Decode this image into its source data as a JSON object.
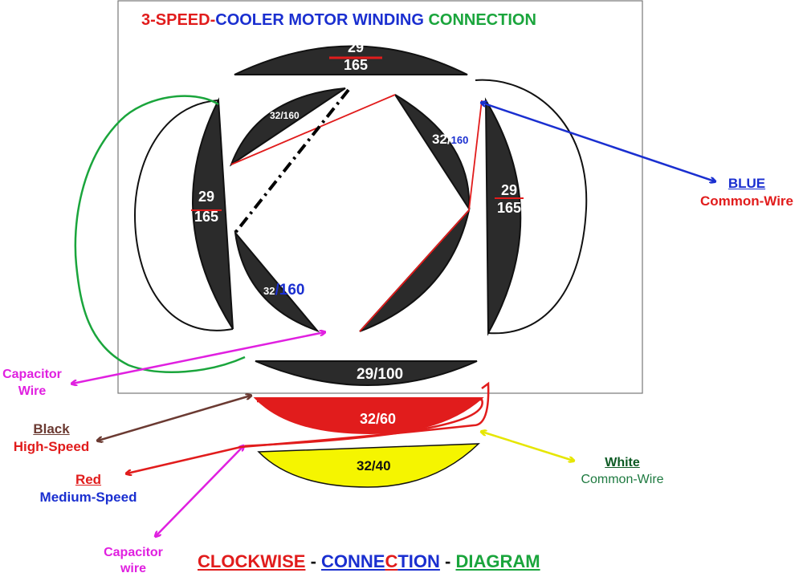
{
  "title": {
    "part1": "3-SPEED-",
    "part2": "COOLER MOTOR WINDING ",
    "part3": "CONNECTION"
  },
  "footer": {
    "part1": "CLOCKWISE",
    "sep1": " - ",
    "part2": "CONNE",
    "part3": "C",
    "part4": "TION",
    "sep2": " - ",
    "part5": "DIAGRAM"
  },
  "coils": {
    "top": {
      "top": "29",
      "bottom": "165"
    },
    "left": {
      "top": "29",
      "bottom": "165"
    },
    "right": {
      "top": "29",
      "bottom": "165"
    },
    "bottom": "29/100",
    "inner_top_left": "32/160",
    "inner_top_right": {
      "a": "32/",
      "b": "160"
    },
    "inner_bottom_left": {
      "a": "32",
      "b": "/160"
    },
    "capacitor_red": "32/60",
    "capacitor_yellow": "32/40"
  },
  "labels": {
    "blue": {
      "name": "BLUE",
      "desc": "Common-Wire"
    },
    "capacitor_wire_left": {
      "line1": "Capacitor",
      "line2": "Wire"
    },
    "black": {
      "name": "Black",
      "desc": "High-Speed"
    },
    "red": {
      "name": "Red",
      "desc": "Medium-Speed"
    },
    "white": {
      "name": "White",
      "desc": "Common-Wire"
    },
    "capacitor_wire_bottom": {
      "line1": "Capacitor",
      "line2": "wire"
    }
  },
  "colors": {
    "red": "#e11c1c",
    "blue": "#1a2fd0",
    "green": "#1aa53c",
    "magenta": "#e020e0",
    "brown": "#6b3a32",
    "yellow": "#f5f500",
    "coil": "#2b2b2b"
  }
}
